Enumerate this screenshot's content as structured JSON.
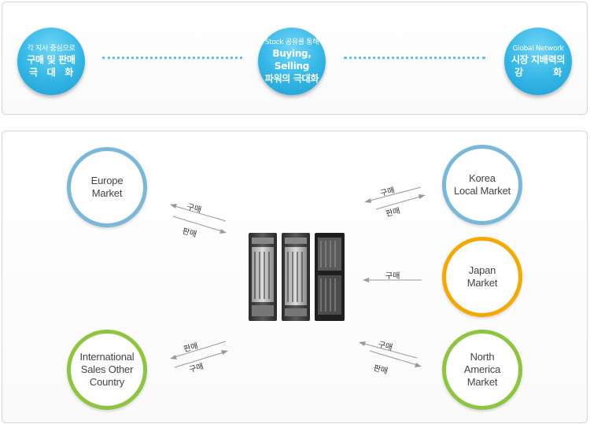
{
  "top": {
    "bubble1": {
      "small": "각 지사 중심으로",
      "line2": "구매 및 판매",
      "line3": [
        "극",
        "대",
        "화"
      ]
    },
    "bubble2": {
      "small": "Stock 공유를 통해",
      "line2": "Buying, Selling",
      "line3": "파워의 극대화"
    },
    "bubble3": {
      "small": "Global Network",
      "line2": "시장 지배력의",
      "line3": [
        "강",
        "화"
      ]
    },
    "accent_color": "#33b6e6"
  },
  "markets": {
    "europe": "Europe\nMarket",
    "korea": "Korea\nLocal Market",
    "japan": "Japan\nMarket",
    "international": "International\nSales Other\nCountry",
    "north_america": "North\nAmerica\nMarket",
    "colors": {
      "blue": "#7ab8d9",
      "orange": "#f5a800",
      "green": "#8cc63f"
    }
  },
  "arrows": {
    "buy": "구매",
    "sell": "판매"
  }
}
